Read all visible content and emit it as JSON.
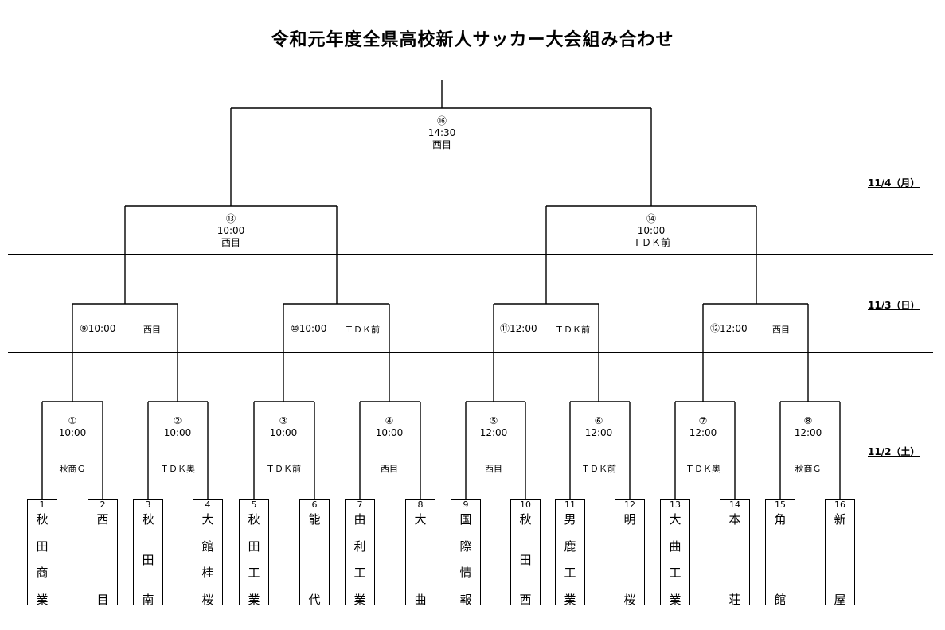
{
  "title": "令和元年度全県高校新人サッカー大会組み合わせ",
  "dates": {
    "day3": "11/4（月）",
    "day2": "11/3（日）",
    "day1": "11/2（土）"
  },
  "final": {
    "no": "⑯",
    "time": "14:30",
    "venue": "西目"
  },
  "semis": [
    {
      "no": "⑬",
      "time": "10:00",
      "venue": "西目"
    },
    {
      "no": "⑭",
      "time": "10:00",
      "venue": "ＴＤＫ前"
    }
  ],
  "quarters": [
    {
      "label": "⑨10:00",
      "venue": "西目"
    },
    {
      "label": "⑩10:00",
      "venue": "ＴＤＫ前"
    },
    {
      "label": "⑪12:00",
      "venue": "ＴＤＫ前"
    },
    {
      "label": "⑫12:00",
      "venue": "西目"
    }
  ],
  "round1": [
    {
      "no": "①",
      "time": "10:00",
      "venue": "秋商Ｇ"
    },
    {
      "no": "②",
      "time": "10:00",
      "venue": "ＴＤＫ奥"
    },
    {
      "no": "③",
      "time": "10:00",
      "venue": "ＴＤＫ前"
    },
    {
      "no": "④",
      "time": "10:00",
      "venue": "西目"
    },
    {
      "no": "⑤",
      "time": "12:00",
      "venue": "西目"
    },
    {
      "no": "⑥",
      "time": "12:00",
      "venue": "ＴＤＫ前"
    },
    {
      "no": "⑦",
      "time": "12:00",
      "venue": "ＴＤＫ奥"
    },
    {
      "no": "⑧",
      "time": "12:00",
      "venue": "秋商Ｇ"
    }
  ],
  "teams": [
    {
      "num": "1",
      "chars": [
        "秋",
        "田",
        "商",
        "業"
      ]
    },
    {
      "num": "2",
      "chars": [
        "西",
        "目"
      ]
    },
    {
      "num": "3",
      "chars": [
        "秋",
        "田",
        "南"
      ]
    },
    {
      "num": "4",
      "chars": [
        "大",
        "館",
        "桂",
        "桜"
      ]
    },
    {
      "num": "5",
      "chars": [
        "秋",
        "田",
        "工",
        "業"
      ]
    },
    {
      "num": "6",
      "chars": [
        "能",
        "代"
      ]
    },
    {
      "num": "7",
      "chars": [
        "由",
        "利",
        "工",
        "業"
      ]
    },
    {
      "num": "8",
      "chars": [
        "大",
        "曲"
      ]
    },
    {
      "num": "9",
      "chars": [
        "国",
        "際",
        "情",
        "報"
      ]
    },
    {
      "num": "10",
      "chars": [
        "秋",
        "田",
        "西"
      ]
    },
    {
      "num": "11",
      "chars": [
        "男",
        "鹿",
        "工",
        "業"
      ]
    },
    {
      "num": "12",
      "chars": [
        "明",
        "桜"
      ]
    },
    {
      "num": "13",
      "chars": [
        "大",
        "曲",
        "工",
        "業"
      ]
    },
    {
      "num": "14",
      "chars": [
        "本",
        "荘"
      ]
    },
    {
      "num": "15",
      "chars": [
        "角",
        "館"
      ]
    },
    {
      "num": "16",
      "chars": [
        "新",
        "屋"
      ]
    }
  ]
}
